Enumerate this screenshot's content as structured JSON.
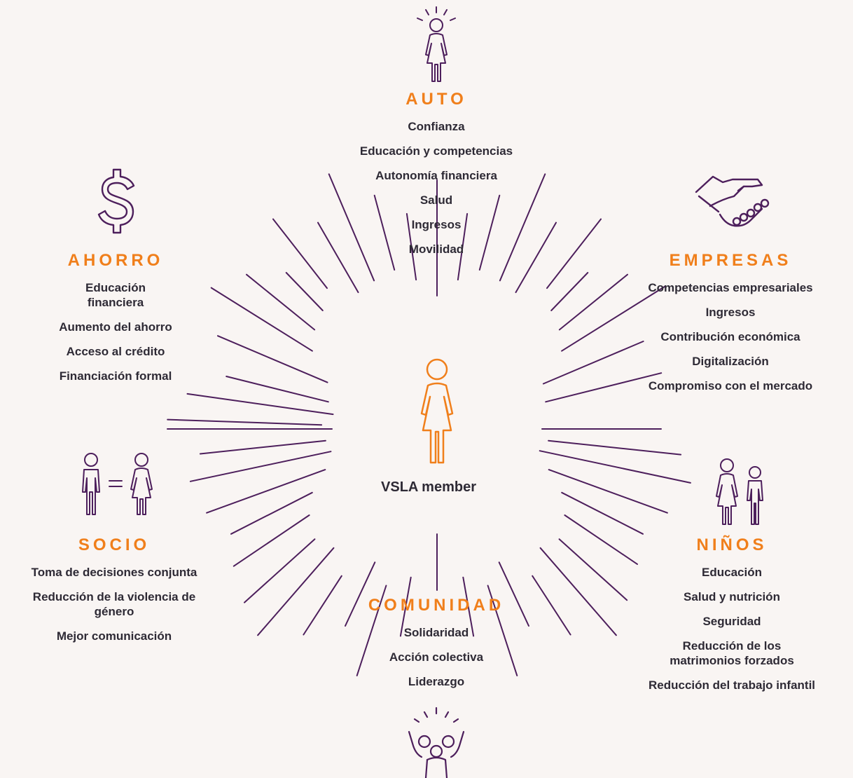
{
  "center": {
    "label": "VSLA member"
  },
  "categories": {
    "auto": {
      "title": "AUTO",
      "items": [
        "Confianza",
        "Educación y competencias",
        "Autonomía financiera",
        "Salud",
        "Ingresos",
        "Movilidad"
      ]
    },
    "ahorro": {
      "title": "AHORRO",
      "items": [
        "Educación\nfinanciera",
        "Aumento del ahorro",
        "Acceso al crédito",
        "Financiación formal"
      ]
    },
    "empresas": {
      "title": "EMPRESAS",
      "items": [
        "Competencias empresariales",
        "Ingresos",
        "Contribución económica",
        "Digitalización",
        "Compromiso con el mercado"
      ]
    },
    "socio": {
      "title": "SOCIO",
      "items": [
        "Toma de decisiones conjunta",
        "Reducción de la violencia de\ngénero",
        "Mejor comunicación"
      ]
    },
    "ninos": {
      "title": "NIÑOS",
      "items": [
        "Educación",
        "Salud y nutrición",
        "Seguridad",
        "Reducción de los\nmatrimonios forzados",
        "Reducción del trabajo infantil"
      ]
    },
    "comunidad": {
      "title": "COMUNIDAD",
      "items": [
        "Solidaridad",
        "Acción colectiva",
        "Liderazgo"
      ]
    }
  },
  "icons": {
    "center": "woman-figure-icon",
    "auto": "woman-radiating-icon",
    "ahorro": "dollar-sign-icon",
    "empresas": "handshake-icon",
    "socio": "man-equals-woman-icon",
    "ninos": "woman-and-child-icon",
    "comunidad": "group-celebrating-icon"
  },
  "colors": {
    "accent": "#f07f1b",
    "purple": "#4d1f5c",
    "text": "#2e2a35",
    "background": "#f9f5f3"
  }
}
